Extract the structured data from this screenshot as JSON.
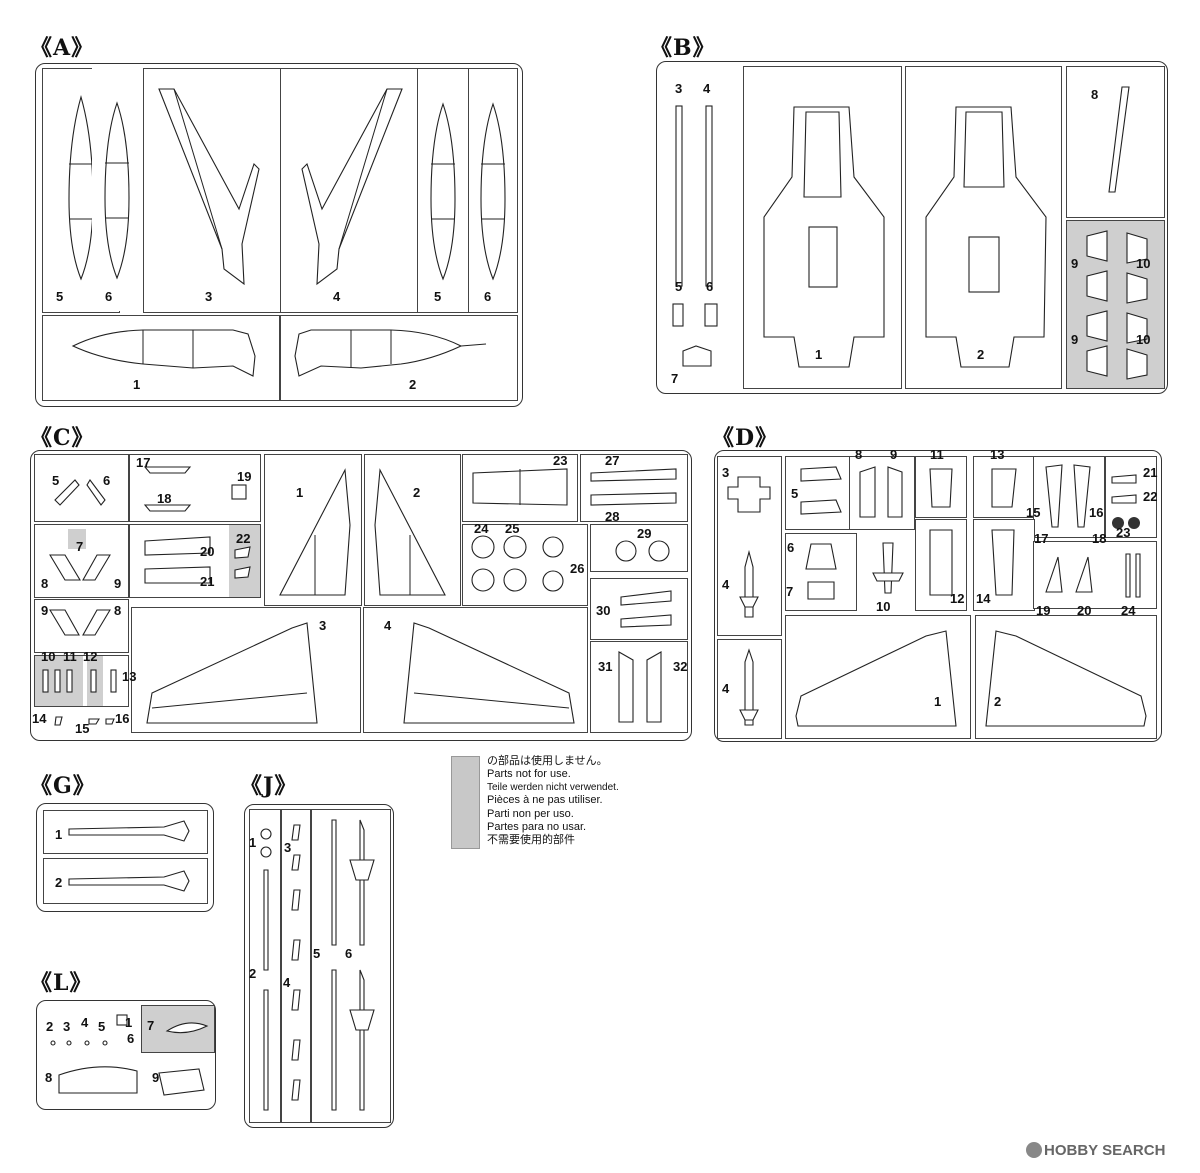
{
  "sprues": {
    "A": {
      "title": "《A》",
      "labels": [
        "5",
        "6",
        "3",
        "4",
        "5",
        "6",
        "1",
        "2"
      ]
    },
    "B": {
      "title": "《B》",
      "labels": [
        "3",
        "4",
        "5",
        "6",
        "7",
        "1",
        "2",
        "8",
        "9",
        "10",
        "9",
        "10"
      ]
    },
    "C": {
      "title": "《C》",
      "labels": [
        "5",
        "6",
        "17",
        "18",
        "19",
        "1",
        "2",
        "23",
        "27",
        "7",
        "8",
        "9",
        "20",
        "21",
        "22",
        "24",
        "25",
        "26",
        "28",
        "29",
        "9",
        "8",
        "3",
        "4",
        "30",
        "10",
        "11",
        "12",
        "13",
        "31",
        "32",
        "14",
        "15",
        "16"
      ]
    },
    "D": {
      "title": "《D》",
      "labels": [
        "3",
        "5",
        "8",
        "9",
        "11",
        "13",
        "21",
        "22",
        "15",
        "16",
        "23",
        "4",
        "6",
        "7",
        "10",
        "12",
        "14",
        "17",
        "18",
        "19",
        "20",
        "24",
        "4",
        "1",
        "2"
      ]
    },
    "G": {
      "title": "《G》",
      "labels": [
        "1",
        "2"
      ]
    },
    "J": {
      "title": "《J》",
      "labels": [
        "1",
        "3",
        "5",
        "6",
        "2",
        "4"
      ]
    },
    "L": {
      "title": "《L》",
      "labels": [
        "2",
        "3",
        "4",
        "5",
        "1",
        "6",
        "7",
        "8",
        "9"
      ]
    }
  },
  "legend": {
    "lines": [
      "の部品は使用しません。",
      "Parts not for use.",
      "Teile werden nicht verwendet.",
      "Pièces à ne pas utiliser.",
      "Parti non per uso.",
      "Partes para no usar.",
      "不需要使用的部件"
    ]
  },
  "watermark": "HOBBY SEARCH"
}
